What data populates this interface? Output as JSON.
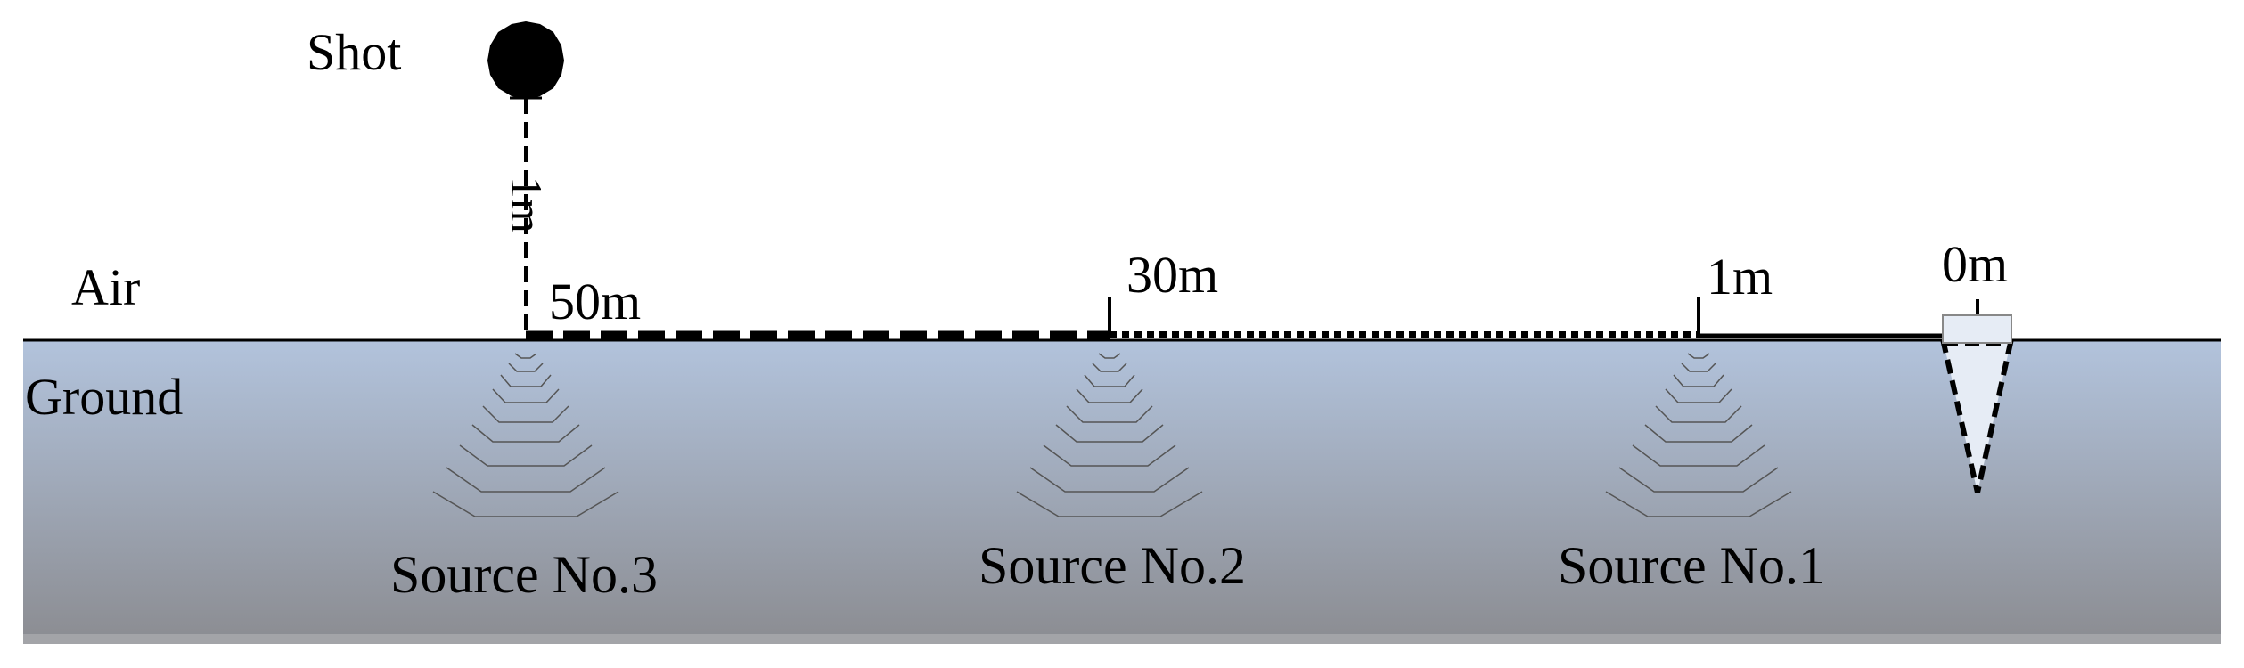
{
  "labels": {
    "shot": "Shot",
    "air": "Air",
    "ground": "Ground",
    "shot_height": "1m",
    "dist_50": "50m",
    "dist_30": "30m",
    "dist_1": "1m",
    "dist_0": "0m",
    "source_3": "Source No.3",
    "source_2": "Source No.2",
    "source_1": "Source No.1"
  },
  "colors": {
    "ground_top": "#b2c3dc",
    "ground_bottom": "#8b8c91",
    "sensor_fill": "#e6ecf5",
    "ink": "#000000",
    "wave": "#555555"
  },
  "icons": {
    "shot": "shot-marker-icon",
    "sensor": "sensor-icon"
  }
}
